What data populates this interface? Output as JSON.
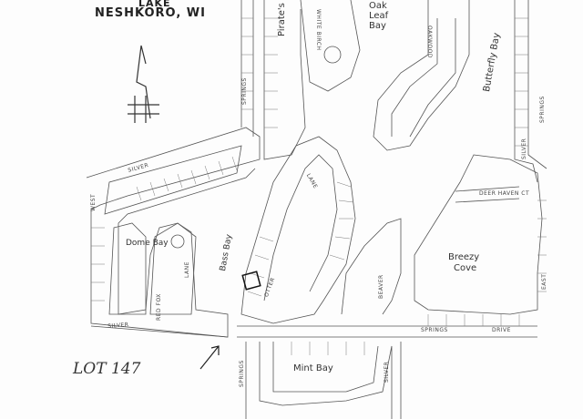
{
  "title": {
    "line1": "LAKE",
    "line2": "NESHKORO, WI"
  },
  "bays": {
    "pirates_cove": "Pirate's Cove",
    "oak_leaf_bay_1": "Oak",
    "oak_leaf_bay_2": "Leaf",
    "oak_leaf_bay_3": "Bay",
    "butterfly_bay": "Butterfly Bay",
    "dome_bay": "Dome Bay",
    "bass_bay": "Bass Bay",
    "breezy_cove_1": "Breezy",
    "breezy_cove_2": "Cove",
    "mint_bay": "Mint Bay"
  },
  "streets": {
    "white_birch": "WHITE BIRCH",
    "oakwood": "OAKWOOD",
    "springs_top": "SPRINGS",
    "silver_top_right": "SILVER",
    "springs_top_right": "SPRINGS",
    "silver_upper": "SILVER",
    "west": "WEST",
    "deer_haven": "DEER HAVEN CT",
    "lane_center": "LANE",
    "lane_left": "LANE",
    "otter": "OTTER",
    "east": "EAST",
    "springs_bottom": "SPRINGS",
    "drive_bottom": "DRIVE",
    "silver_bottom": "SILVER",
    "springs_lower": "SPRINGS",
    "silver_lower_mid": "SILVER",
    "beaver": "BEAVER",
    "red_fox": "RED FOX"
  },
  "annotation": {
    "lot": "LOT 147"
  },
  "style": {
    "line_color": "#555555",
    "highlight_color": "#111111"
  }
}
